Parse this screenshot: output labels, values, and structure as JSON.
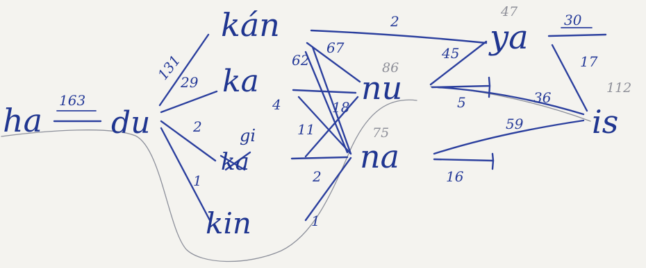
{
  "nodes": {
    "ha": "ha",
    "du": "du",
    "kan": "kán",
    "ka": "ka",
    "gi": "gi",
    "gi_crossed": "ka",
    "kin": "kin",
    "nu": "nu",
    "na": "na",
    "ya": "ya",
    "is": "is"
  },
  "counts": {
    "ha_du": "163",
    "du_kan": "131",
    "du_ka": "29",
    "ka_sub": "4",
    "du_gi": "2",
    "du_kin": "1",
    "kan_ya": "2",
    "kan_nu": "67",
    "kan_na": "62",
    "nu_ka": "18",
    "na_ka": "11",
    "na_gi": "2",
    "na_kin": "1",
    "ya_total": "47",
    "nu_total": "86",
    "na_total": "75",
    "is_total": "112",
    "nu_ya": "45",
    "nu_end": "5",
    "nu_is": "36",
    "na_is": "59",
    "na_end": "16",
    "ya_end": "30",
    "ya_is": "17"
  },
  "colors": {
    "ink": "#2b3f9e",
    "pencil": "#8c8f9a",
    "paper": "#f4f3ef"
  }
}
